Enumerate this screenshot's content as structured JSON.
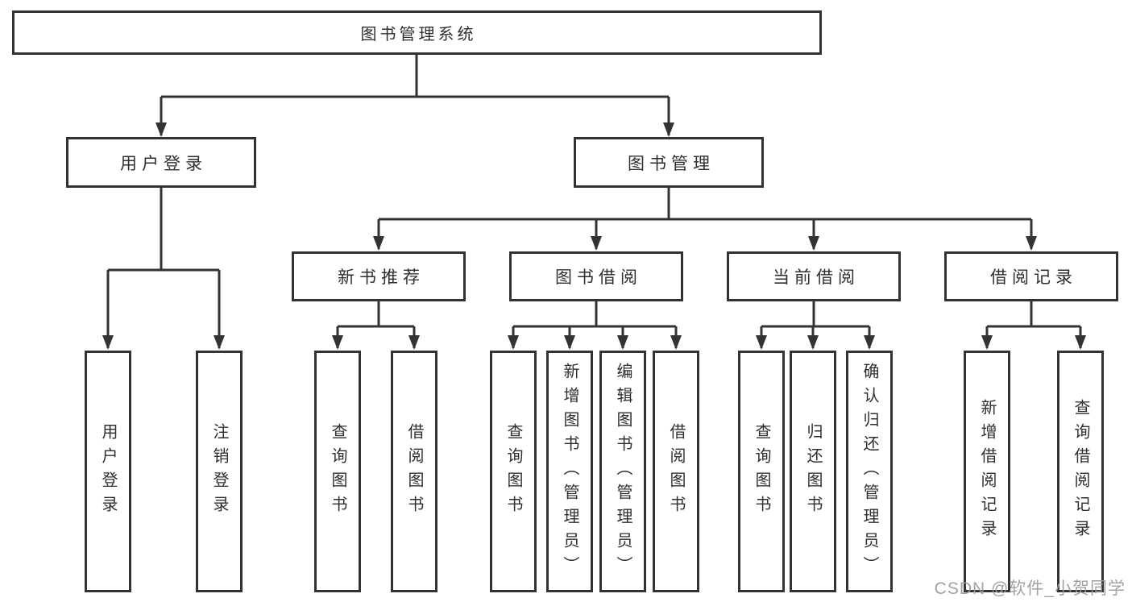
{
  "diagram": {
    "type": "tree",
    "tree": {
      "label": "图书管理系统",
      "children": [
        {
          "label": "用户登录",
          "children": [
            {
              "label": "用户登录"
            },
            {
              "label": "注销登录"
            }
          ]
        },
        {
          "label": "图书管理",
          "children": [
            {
              "label": "新书推荐",
              "children": [
                {
                  "label": "查询图书"
                },
                {
                  "label": "借阅图书"
                }
              ]
            },
            {
              "label": "图书借阅",
              "children": [
                {
                  "label": "查询图书"
                },
                {
                  "label": "新增图书（管理员）"
                },
                {
                  "label": "编辑图书（管理员）"
                },
                {
                  "label": "借阅图书"
                }
              ]
            },
            {
              "label": "当前借阅",
              "children": [
                {
                  "label": "查询图书"
                },
                {
                  "label": "归还图书"
                },
                {
                  "label": "确认归还（管理员）"
                }
              ]
            },
            {
              "label": "借阅记录",
              "children": [
                {
                  "label": "新增借阅记录"
                },
                {
                  "label": "查询借阅记录"
                }
              ]
            }
          ]
        }
      ]
    },
    "colors": {
      "line": "#333333",
      "box_border": "#333333",
      "box_fill": "#ffffff",
      "text": "#2f2f2f",
      "watermark": "#9b9b9b"
    }
  },
  "watermark": {
    "text": "CSDN @软件_小贺同学"
  }
}
